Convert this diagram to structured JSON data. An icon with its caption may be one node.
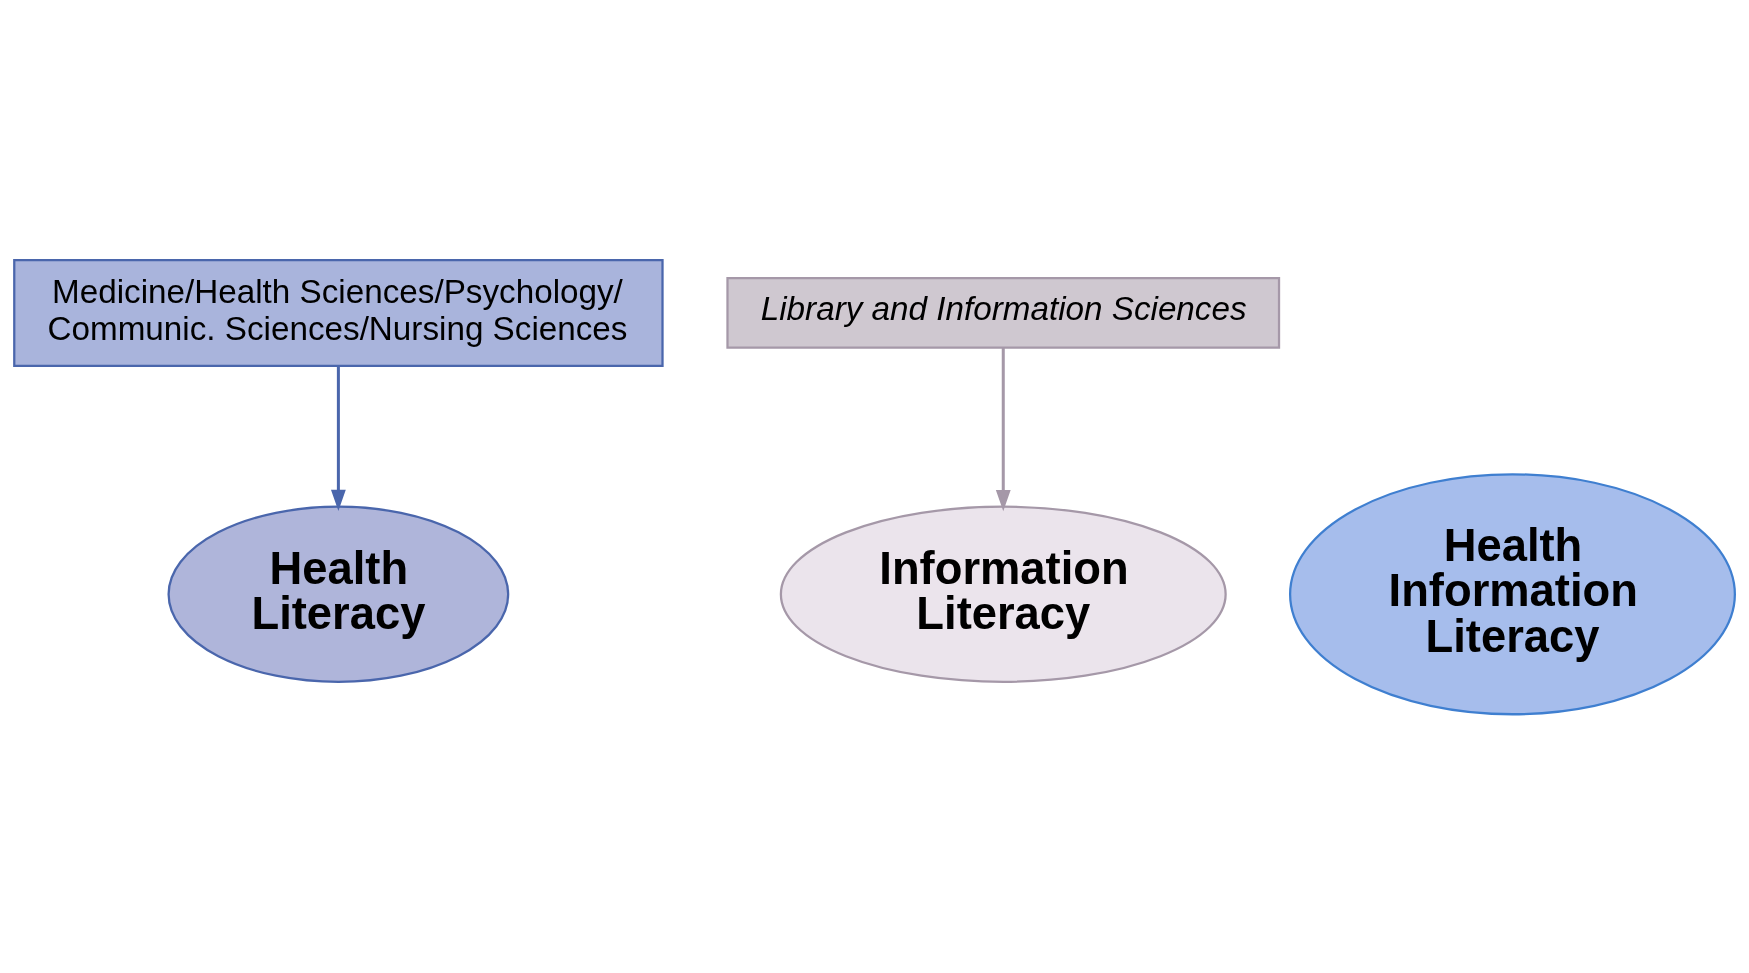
{
  "diagram": {
    "nodes": [
      {
        "text": [
          "Medicine/Health Sciences/Psychology/ Communic. Sciences/Nursing Sciences"
        ]
      },
      {
        "text": [
          "Library and Information Sciences"
        ]
      },
      {
        "text": [
          "Health Literacy"
        ]
      },
      {
        "text": [
          "Information Literacy"
        ]
      },
      {
        "text": [
          "Health Information Literacy"
        ]
      }
    ],
    "edges": [
      {
        "from": 0,
        "to": 2,
        "arrow": "to",
        "color": "#4a66ac"
      },
      {
        "from": 1,
        "to": 3,
        "arrow": "to",
        "color": "#a598a8"
      }
    ]
  }
}
